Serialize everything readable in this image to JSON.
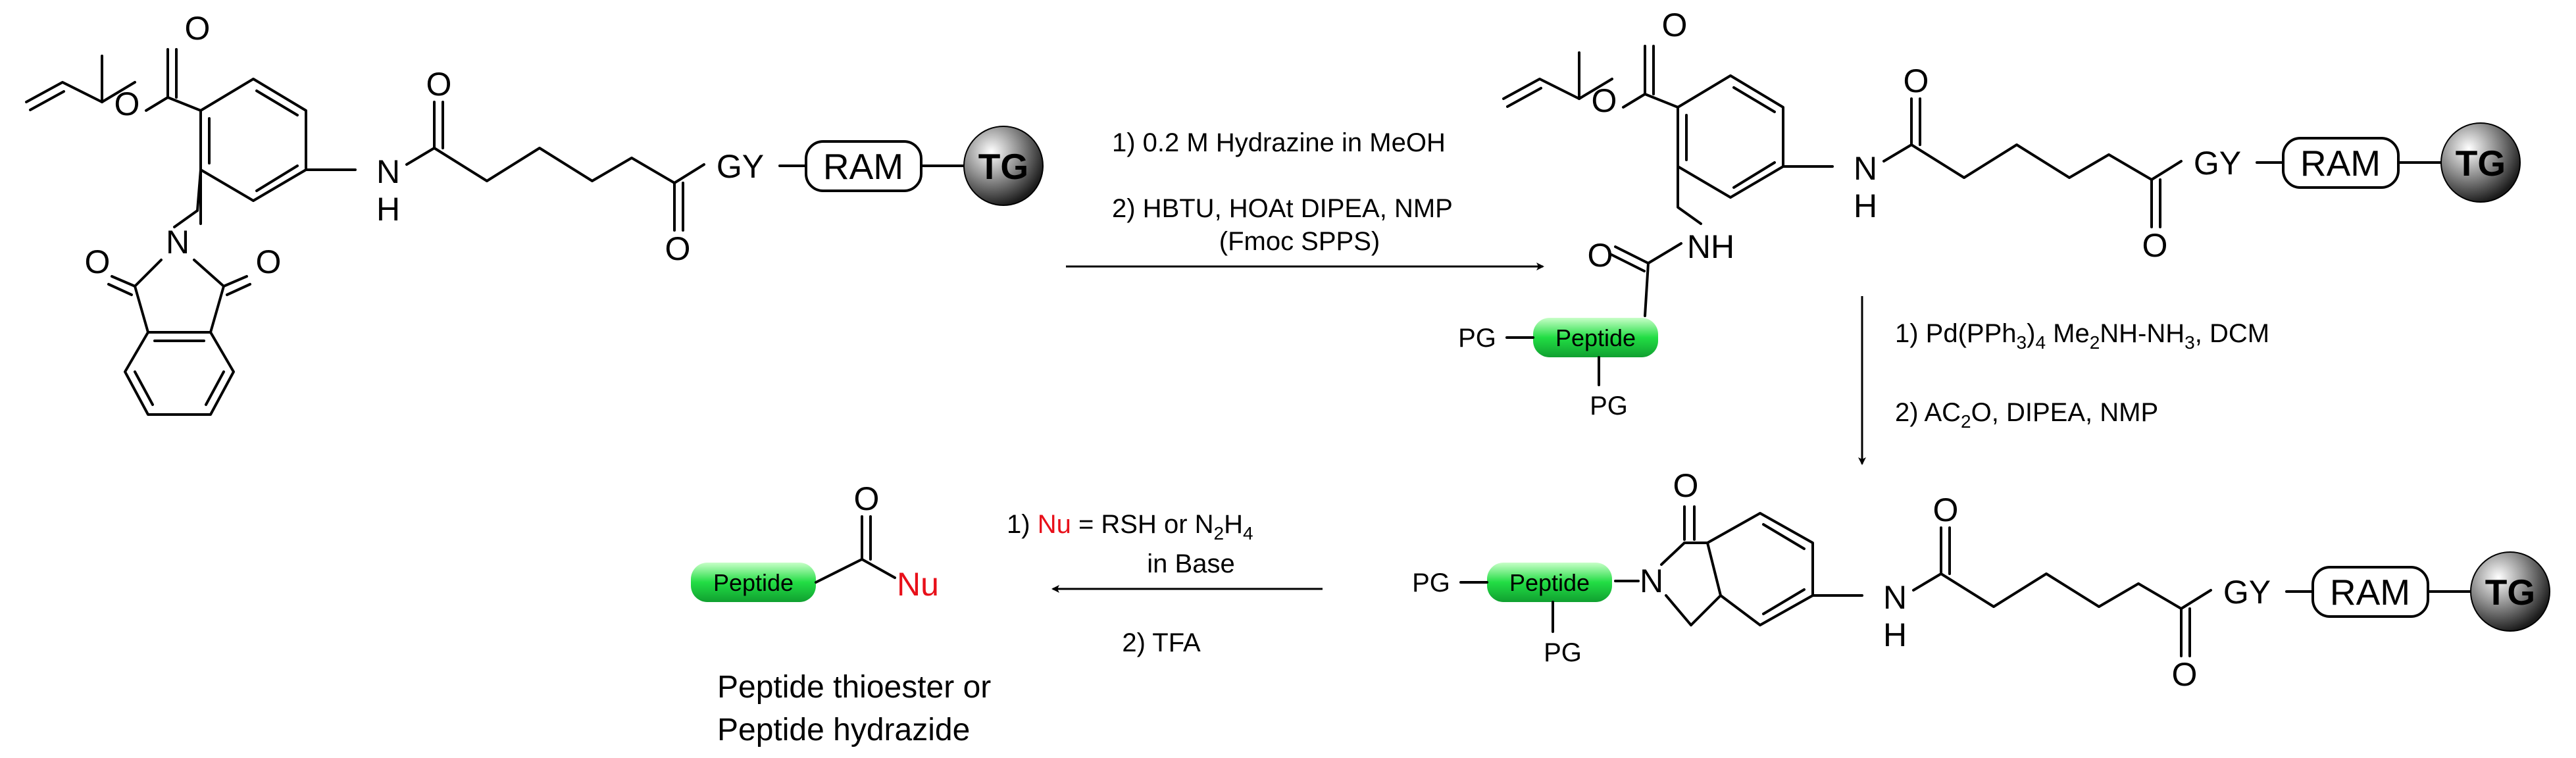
{
  "atoms": {
    "O": "O",
    "N": "N",
    "H": "H",
    "NH": "NH",
    "GY": "GY",
    "RAM": "RAM",
    "TG": "TG",
    "Peptide": "Peptide",
    "PG": "PG",
    "Nu": "Nu"
  },
  "step1": {
    "line1": "1) 0.2 M Hydrazine in MeOH",
    "line2": "2) HBTU, HOAt DIPEA, NMP",
    "line3": "(Fmoc SPPS)"
  },
  "step2": {
    "line1_a": "1) Pd(PPh",
    "line1_sub1": "3",
    "line1_b": ")",
    "line1_sub2": "4",
    "line1_c": " Me",
    "line1_sub3": "2",
    "line1_d": "NH-NH",
    "line1_sub4": "3",
    "line1_e": ", DCM",
    "line2_a": "2) AC",
    "line2_sub": "2",
    "line2_b": "O, DIPEA, NMP"
  },
  "step3": {
    "line1_a": "1) ",
    "line1_nu": "Nu",
    "line1_b": " = RSH or N",
    "line1_sub1": "2",
    "line1_c": "H",
    "line1_sub2": "4",
    "line2": "in Base",
    "line3": "2) TFA"
  },
  "product": {
    "line1": "Peptide thioester or",
    "line2": "Peptide hydrazide"
  },
  "colors": {
    "peptide_green": "#22dd44",
    "nucleophile_red": "#e8101a",
    "resin_gray": "#666666"
  }
}
